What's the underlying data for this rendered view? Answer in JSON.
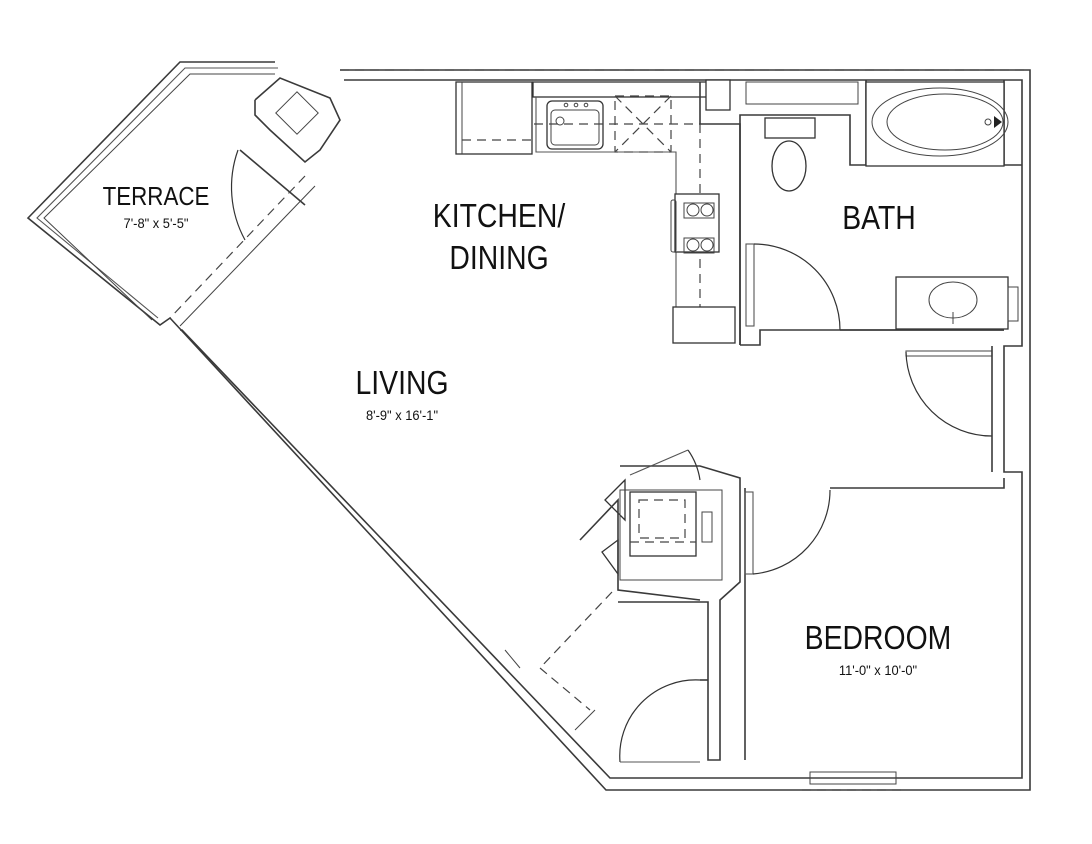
{
  "floor_plan": {
    "rooms": [
      {
        "id": "terrace",
        "name": "TERRACE",
        "dimensions": "7'-8\" x 5'-5\""
      },
      {
        "id": "kitchen_dining",
        "name_line1": "KITCHEN/",
        "name_line2": "DINING"
      },
      {
        "id": "bath",
        "name": "BATH"
      },
      {
        "id": "living",
        "name": "LIVING",
        "dimensions": "8'-9\" x 16'-1\""
      },
      {
        "id": "bedroom",
        "name": "BEDROOM",
        "dimensions": "11'-0\" x 10'-0\""
      }
    ],
    "fixtures": [
      "refrigerator",
      "sink",
      "dishwasher",
      "range",
      "toilet",
      "bathtub",
      "vanity-sink",
      "washer-dryer",
      "closet"
    ],
    "colors": {
      "line": "#3a3a3a",
      "background": "#ffffff",
      "text": "#111111"
    }
  }
}
